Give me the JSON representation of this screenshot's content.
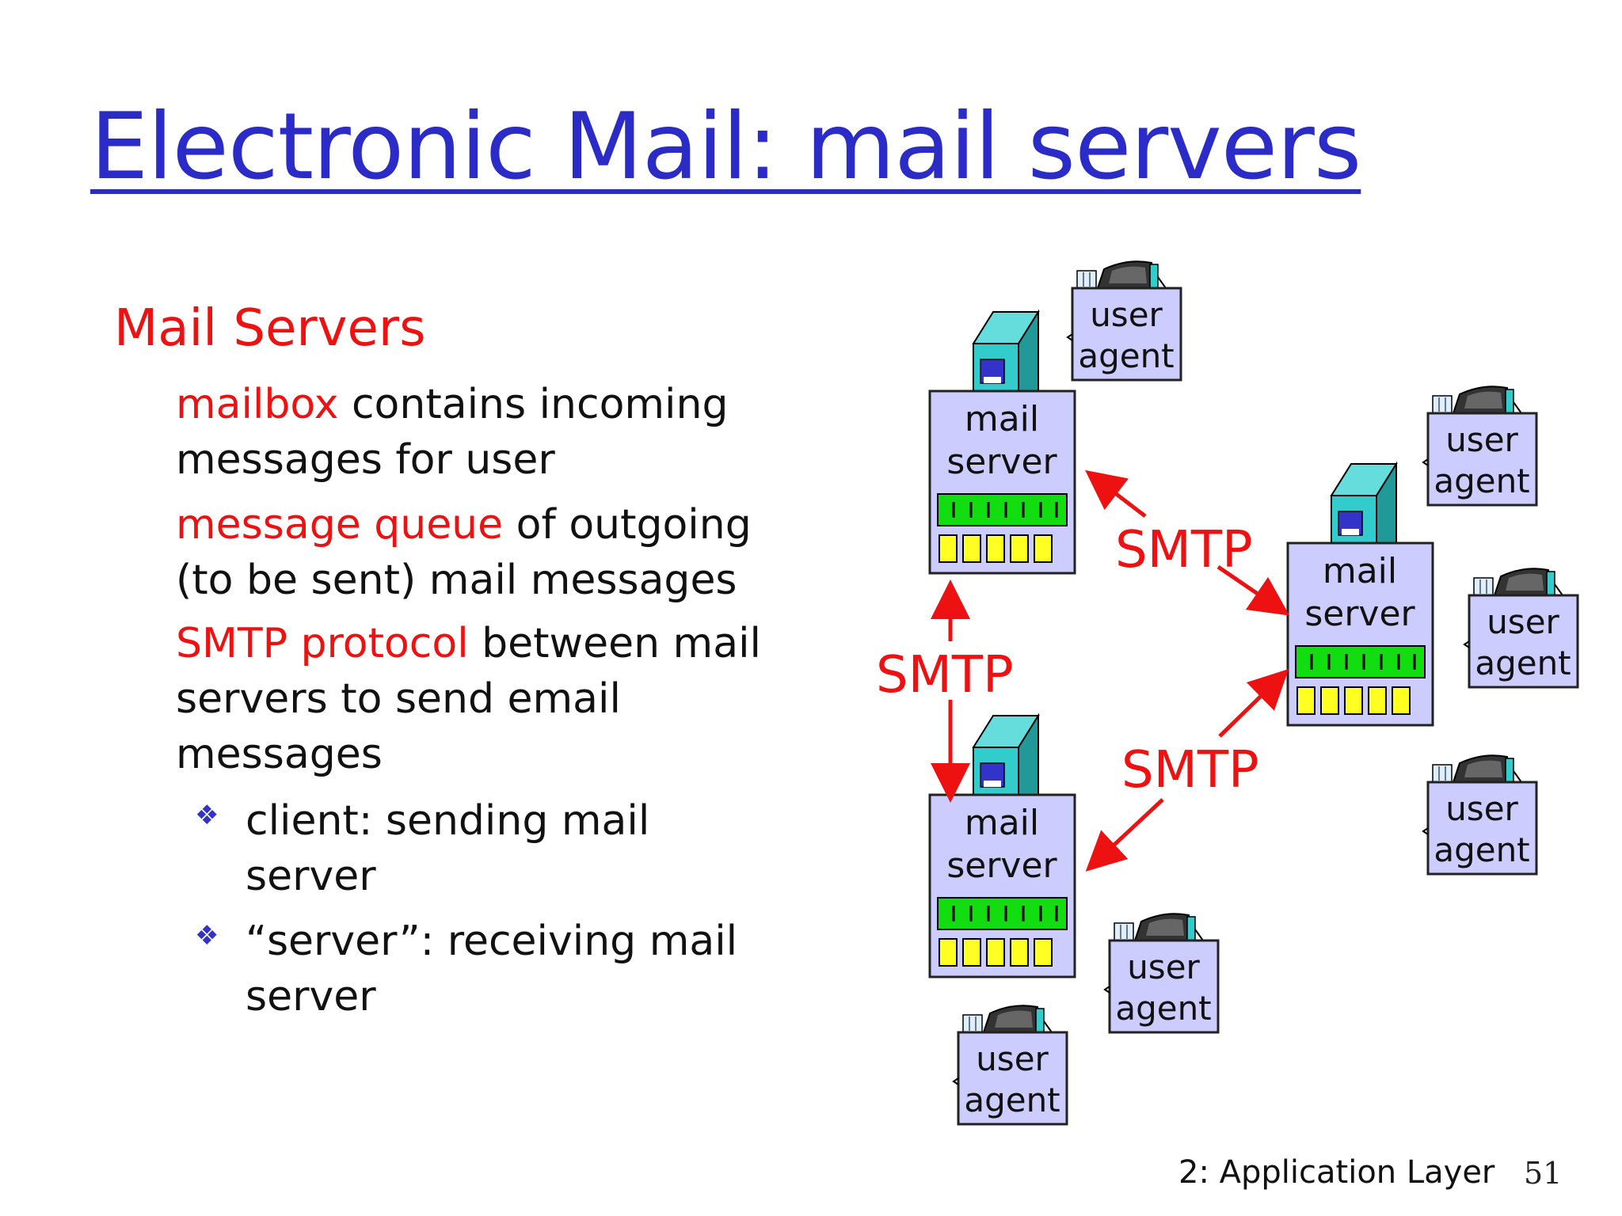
{
  "slide": {
    "title": "Electronic Mail: mail servers",
    "section_heading": "Mail Servers",
    "bullets": [
      {
        "highlight": "mailbox",
        "rest": " contains incoming",
        "line2": "messages for user"
      },
      {
        "highlight": "message queue",
        "rest": " of outgoing",
        "line2": "(to be sent) mail messages"
      },
      {
        "highlight": "SMTP protocol",
        "rest": " between mail",
        "line2": "servers to send email",
        "line3": "messages"
      }
    ],
    "sub_bullets": [
      {
        "line1": "client: sending mail",
        "line2": "server"
      },
      {
        "line1": "“server”: receiving mail",
        "line2": "server"
      }
    ],
    "footer": "2: Application Layer",
    "page_number": "51"
  },
  "diagram": {
    "mail_server_label": [
      "mail",
      "server"
    ],
    "user_agent_label": [
      "user",
      "agent"
    ],
    "protocol_label": "SMTP",
    "colors": {
      "server_fill": "#ccccff",
      "tower_fill": "#33cccc",
      "queue_green": "#11dd11",
      "mailbox_yellow": "#ffff22",
      "arrow_red": "#ee1111"
    },
    "icons": [
      "server-tower-icon",
      "computer-monitor-icon"
    ]
  }
}
